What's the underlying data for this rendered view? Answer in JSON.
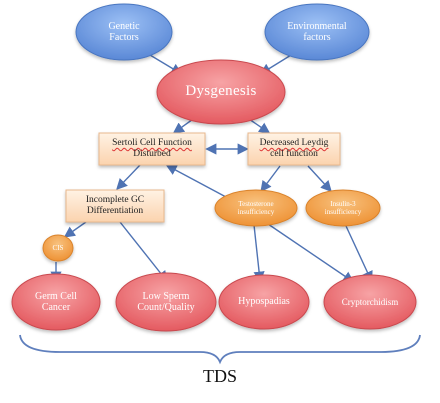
{
  "diagram": {
    "nodes": {
      "genetic": {
        "line1": "Genetic",
        "line2": "Factors"
      },
      "environmental": {
        "line1": "Environmental",
        "line2": "factors"
      },
      "dysgenesis": {
        "label": "Dysgenesis"
      },
      "sertoli": {
        "line1": "Sertoli Cell Function",
        "line2": "Disturbed"
      },
      "leydig": {
        "line1": "Decreased Leydig",
        "line2": "cell function"
      },
      "incomplete_gc": {
        "line1": "Incomplete GC",
        "line2": "Differentiation"
      },
      "testosterone": {
        "line1": "Testosterone",
        "line2": "insufficiency"
      },
      "insl3": {
        "line1": "Insulin-3",
        "line2": "insufficiency"
      },
      "cis": {
        "label": "CIS"
      },
      "germ_cell_cancer": {
        "line1": "Germ Cell",
        "line2": "Cancer"
      },
      "low_sperm": {
        "line1": "Low Sperm",
        "line2": "Count/Quality"
      },
      "hypospadias": {
        "label": "Hypospadias"
      },
      "cryptorchidism": {
        "label": "Cryptorchidism"
      }
    },
    "bracket_label": "TDS"
  },
  "colors": {
    "blue_fill": "#6c9be0",
    "blue_edge": "#4a76c0",
    "red_fill": "#ec6f73",
    "red_edge": "#c94a4f",
    "orange_fill": "#f3a24b",
    "orange_edge": "#d9822b",
    "box_fill": "#fde1c8",
    "box_edge": "#e8b88d",
    "arrow": "#4f73b3"
  }
}
